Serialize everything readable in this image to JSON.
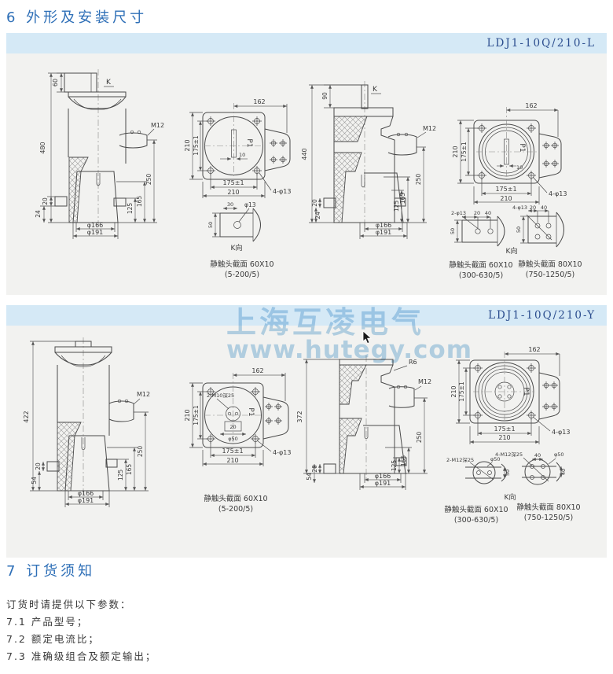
{
  "sections": {
    "s6": "6 外形及安装尺寸",
    "s7": "7 订货须知"
  },
  "order": {
    "intro": "订货时请提供以下参数：",
    "items": [
      "7.1 产品型号；",
      "7.2 额定电流比；",
      "7.3 准确级组合及额定输出；"
    ]
  },
  "watermark": {
    "line1": "上海互凌电气",
    "line2": "www.hutegy.com"
  },
  "colors": {
    "heading": "#2e6fb7",
    "panel_header_bg": "#d5e9f6",
    "model_text": "#2b4d8e",
    "panel_bg": "#f2f2f0",
    "line": "#4a4a4a",
    "watermark": "#aed1ea"
  },
  "p1": {
    "model": "LDJ1-10Q/210-L",
    "a": {
      "h480": "480",
      "d60": "60",
      "k": "K",
      "m12": "M12",
      "d250": "250",
      "d165": "165",
      "d125": "125",
      "d20": "20",
      "d24": "24",
      "f166": "φ166",
      "f191": "φ191"
    },
    "b": {
      "d162": "162",
      "d210l": "210",
      "d175l": "175±1",
      "p1": "P1",
      "d10": "10",
      "d175b": "175±1",
      "d210b": "210",
      "holes": "4-φ13"
    },
    "bk": {
      "d30": "30",
      "d50": "50",
      "f13": "φ13",
      "kdir": "K向"
    },
    "bcap1": "静触头截面 60X10",
    "bcap2": "(5-200/5)",
    "c": {
      "d90": "90",
      "k": "K",
      "h440": "440",
      "m12": "M12",
      "d250": "250",
      "d165": "165",
      "d125": "125",
      "d20": "20",
      "d24": "24",
      "f166": "φ166",
      "f191": "φ191"
    },
    "d": {
      "d162": "162",
      "d210l": "210",
      "d175l": "175±1",
      "p1": "P1",
      "d10": "10",
      "d175b": "175±1",
      "d210b": "210",
      "holes": "4-φ13"
    },
    "da": {
      "callout": "2-φ13",
      "d20": "20",
      "d40": "40",
      "d50": "50"
    },
    "db": {
      "callout": "4-φ13",
      "d20": "20",
      "d40": "40",
      "d50": "50"
    },
    "kdir": "K向",
    "cap_a1": "静触头截面 60X10",
    "cap_a2": "(300-630/5)",
    "cap_b1": "静触头截面 80X10",
    "cap_b2": "(750-1250/5)"
  },
  "p2": {
    "model": "LDJ1-10Q/210-Y",
    "a": {
      "h422": "422",
      "m12": "M12",
      "d250": "250",
      "d165": "165",
      "d125": "125",
      "d20": "20",
      "d54": "54",
      "f166": "φ166",
      "f191": "φ191"
    },
    "b": {
      "d162": "162",
      "d210l": "210",
      "d175l": "175±1",
      "callout": "2-M10深25",
      "d20": "20",
      "f50": "φ50",
      "p1": "P1",
      "d175b": "175±1",
      "d210b": "210",
      "holes": "4-φ13"
    },
    "bcap1": "静触头截面 60X10",
    "bcap2": "(5-200/5)",
    "c": {
      "r6": "R6",
      "h372": "372",
      "m12": "M12",
      "d250": "250",
      "d165": "165",
      "d125": "125",
      "d20": "20",
      "d54": "54",
      "f166": "φ166",
      "f191": "φ191"
    },
    "d": {
      "d162": "162",
      "d210l": "210",
      "d175l": "175±1",
      "p1": "P1",
      "d175b": "175±1",
      "d210b": "210",
      "holes": "4-φ13"
    },
    "da": {
      "callout": "2-M12深25",
      "f50": "φ50",
      "d50": "50"
    },
    "db": {
      "callout": "4-M12深25",
      "d40": "40",
      "f50": "φ50",
      "d40b": "40"
    },
    "kdir": "K向",
    "cap_a1": "静触头截面 60X10",
    "cap_a2": "(300-630/5)",
    "cap_b1": "静触头截面 80X10",
    "cap_b2": "(750-1250/5)"
  }
}
